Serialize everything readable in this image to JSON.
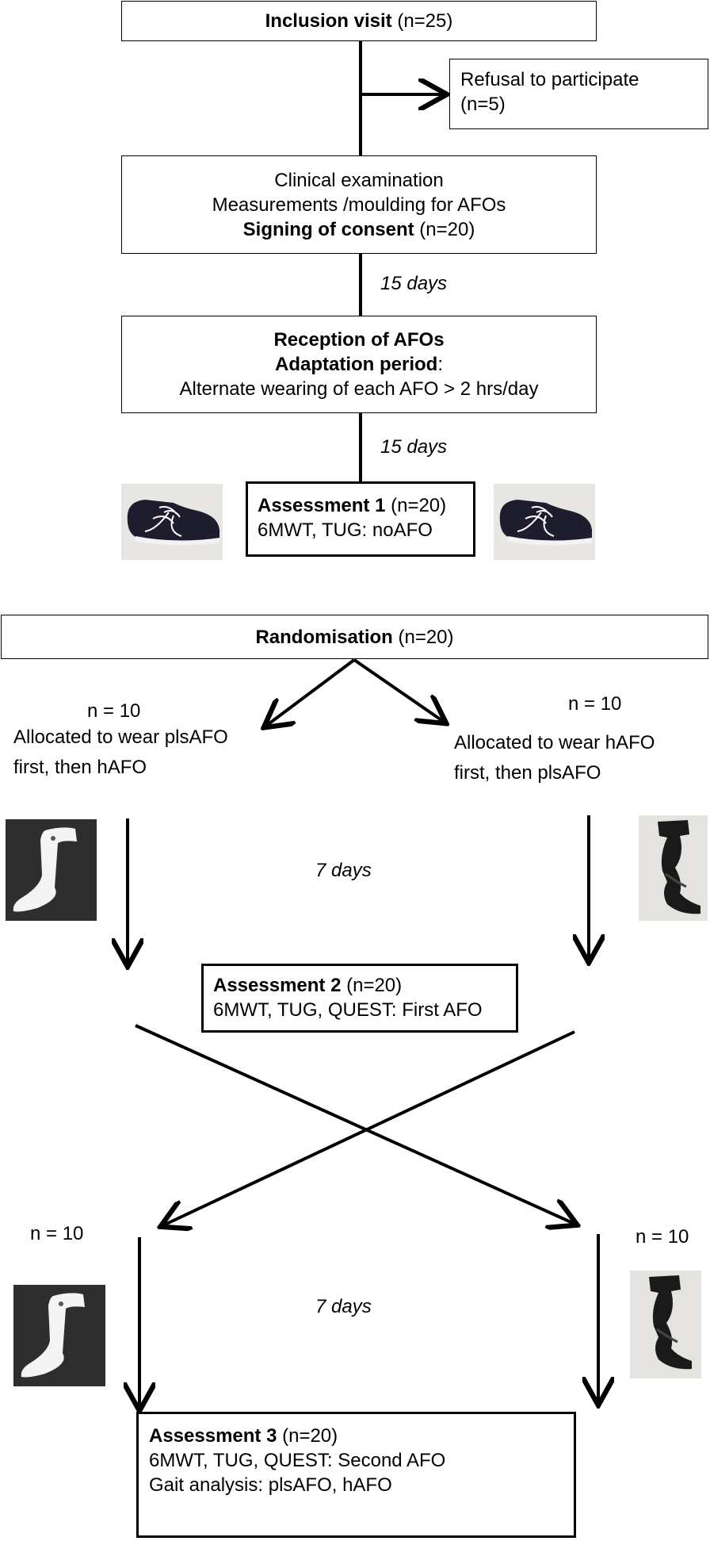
{
  "boxes": {
    "inclusion": {
      "bold": "Inclusion visit",
      "rest": " (n=25)"
    },
    "refusal": {
      "line1": "Refusal to participate",
      "line2": "(n=5)"
    },
    "clinical": {
      "line1": "Clinical examination",
      "line2": "Measurements /moulding for AFOs",
      "line3_bold": "Signing of consent",
      "line3_rest": " (n=20)"
    },
    "reception": {
      "line1_bold": "Reception of AFOs",
      "line2_bold": "Adaptation period",
      "line2_rest": ":",
      "line3": "Alternate wearing of each AFO > 2 hrs/day"
    },
    "assessment1": {
      "bold": "Assessment 1",
      "rest": " (n=20)",
      "line2": "6MWT, TUG: noAFO"
    },
    "randomisation": {
      "bold": "Randomisation",
      "rest": " (n=20)"
    },
    "assessment2": {
      "bold": "Assessment 2",
      "rest": " (n=20)",
      "line2": "6MWT, TUG, QUEST: First AFO"
    },
    "assessment3": {
      "bold": "Assessment 3",
      "rest": " (n=20)",
      "line2": "6MWT, TUG, QUEST: Second AFO",
      "line3": "Gait analysis: plsAFO, hAFO"
    }
  },
  "intervals": {
    "days1": "15 days",
    "days2": "15 days",
    "days3": "7 days",
    "days4": "7 days"
  },
  "groups": {
    "left": {
      "n": "n = 10",
      "line1": "Allocated to wear plsAFO",
      "line2": "first, then hAFO"
    },
    "right": {
      "n": "n = 10",
      "line1": "Allocated to wear hAFO",
      "line2": "first, then plsAFO"
    },
    "left_after": {
      "n": "n = 10"
    },
    "right_after": {
      "n": "n = 10"
    }
  },
  "images": {
    "shoe_left": "shoe-photo",
    "shoe_right": "shoe-photo",
    "pls_afo_1": "plastic-afo-photo",
    "h_afo_1": "hinged-afo-photo",
    "pls_afo_2": "plastic-afo-photo",
    "h_afo_2": "hinged-afo-photo"
  },
  "colors": {
    "line": "#000000",
    "photo_bg": "#2e2e2e",
    "shoe_bg": "#e8e6e3"
  }
}
